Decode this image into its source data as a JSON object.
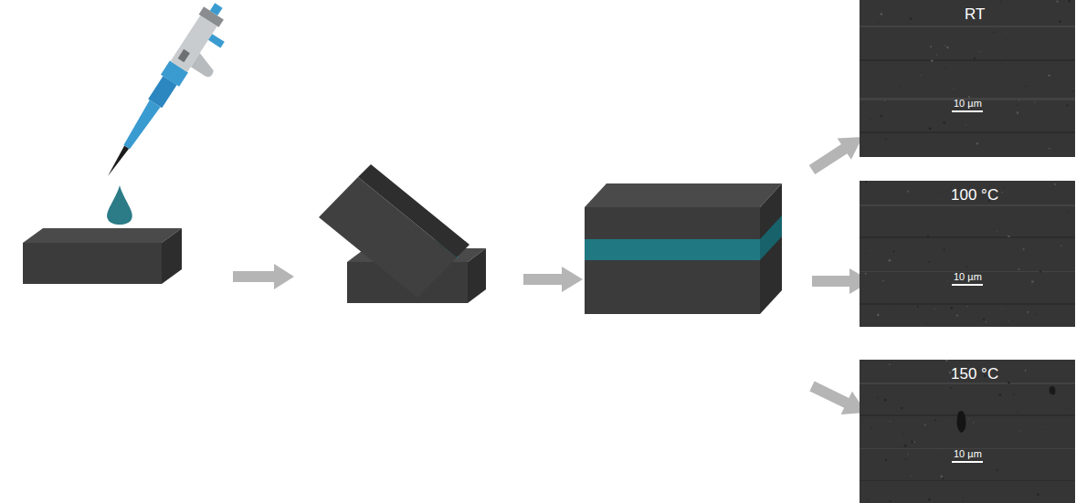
{
  "diagram": {
    "nodes": [
      {
        "text": [
          "RT",
          "10 µm"
        ]
      },
      {
        "text": [
          "100 °C",
          "10 µm"
        ]
      },
      {
        "text": [
          "150 °C",
          "10 µm"
        ]
      }
    ]
  }
}
